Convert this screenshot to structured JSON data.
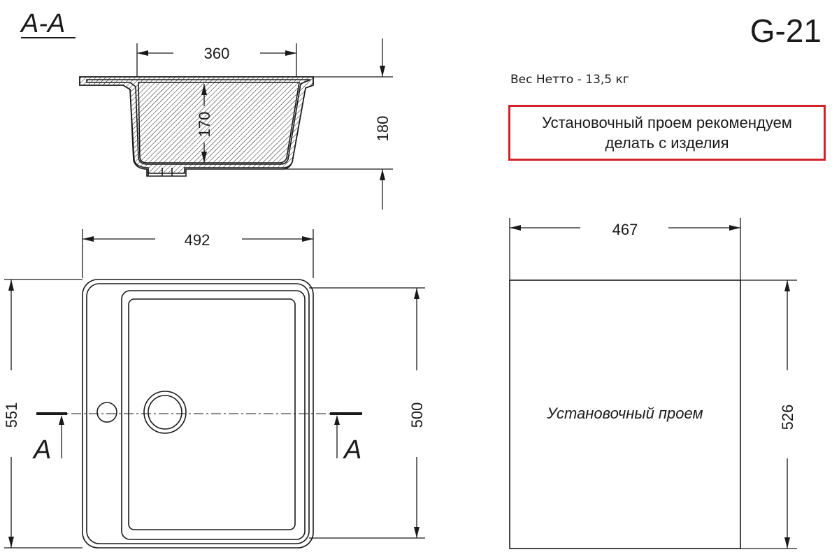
{
  "header": {
    "section_label": "A-A",
    "model": "G-21"
  },
  "notes": {
    "weight": "Вес Нетто - 13,5 кг",
    "recommendation_line1": "Установочный проем рекомендуем",
    "recommendation_line2": "делать с изделия",
    "recommendation_border_color": "#d1232a"
  },
  "section_view": {
    "width": "360",
    "inner_depth": "170",
    "total_height": "180"
  },
  "top_view": {
    "width": "492",
    "length": "551",
    "bowl_length": "500",
    "cut_marker_left": "A",
    "cut_marker_right": "A"
  },
  "cutout_view": {
    "width": "467",
    "length": "526",
    "label": "Установочный проем"
  }
}
